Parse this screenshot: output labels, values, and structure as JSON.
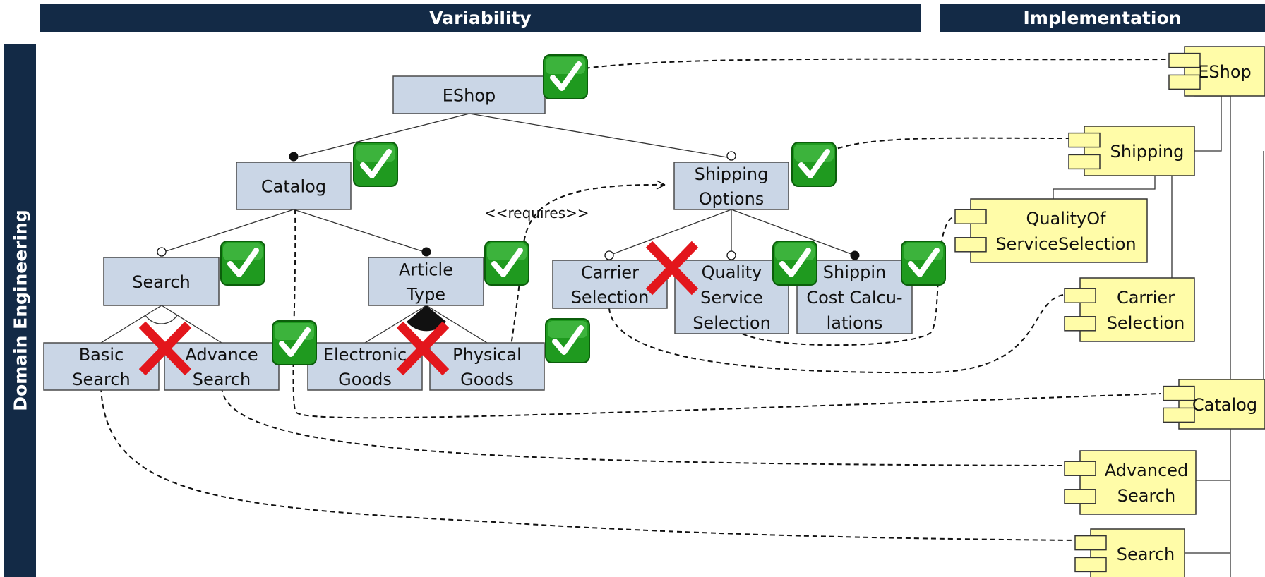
{
  "headers": {
    "variability": "Variability",
    "implementation": "Implementation"
  },
  "side_label": "Domain Engineering",
  "requires_label": "<<requires>>",
  "features": [
    {
      "id": "eshop",
      "lines": [
        "EShop"
      ],
      "status": "check"
    },
    {
      "id": "catalog",
      "lines": [
        "Catalog"
      ],
      "status": "check"
    },
    {
      "id": "shipping-options",
      "lines": [
        "Shipping",
        "Options"
      ],
      "status": "check"
    },
    {
      "id": "search",
      "lines": [
        "Search"
      ],
      "status": "check"
    },
    {
      "id": "article-type",
      "lines": [
        "Article",
        "Type"
      ],
      "status": "check"
    },
    {
      "id": "carrier-selection",
      "lines": [
        "Carrier",
        "Selection"
      ],
      "status": "cross"
    },
    {
      "id": "quality-service-selection",
      "lines": [
        "Quality",
        "Service",
        "Selection"
      ],
      "status": "check"
    },
    {
      "id": "shipping-cost-calculations",
      "lines": [
        "Shippin",
        "Cost Calcu-",
        "lations"
      ],
      "status": "check"
    },
    {
      "id": "basic-search",
      "lines": [
        "Basic",
        "Search"
      ],
      "status": "cross"
    },
    {
      "id": "advanced-search",
      "lines": [
        "Advance",
        "Search"
      ],
      "status": "check"
    },
    {
      "id": "electronic-goods",
      "lines": [
        "Electronic",
        "Goods"
      ],
      "status": "cross"
    },
    {
      "id": "physical-goods",
      "lines": [
        "Physical",
        "Goods"
      ],
      "status": "check"
    }
  ],
  "components": [
    {
      "id": "eshop",
      "lines": [
        "EShop"
      ]
    },
    {
      "id": "shipping",
      "lines": [
        "Shipping"
      ]
    },
    {
      "id": "quality-of-service-selection",
      "lines": [
        "QualityOf",
        "ServiceSelection"
      ]
    },
    {
      "id": "carrier-selection",
      "lines": [
        "Carrier",
        "Selection"
      ]
    },
    {
      "id": "catalog",
      "lines": [
        "Catalog"
      ]
    },
    {
      "id": "advanced-search",
      "lines": [
        "Advanced",
        "Search"
      ]
    },
    {
      "id": "search",
      "lines": [
        "Search"
      ]
    }
  ],
  "colors": {
    "header": "#132a46",
    "feature_fill": "#cad6e6",
    "component_fill": "#fffca8",
    "check_green": "#1f9a1f",
    "cross_red": "#e3161c"
  }
}
